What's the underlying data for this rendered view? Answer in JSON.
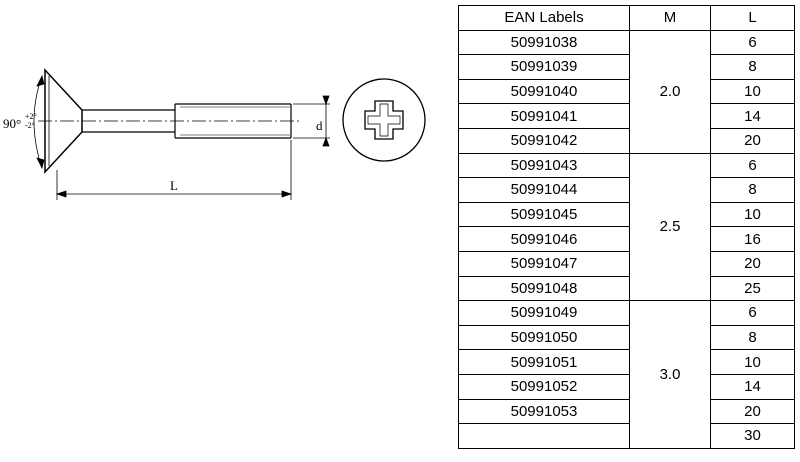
{
  "drawing": {
    "angle_label": "90°",
    "angle_tolerance_upper": "+2°",
    "angle_tolerance_lower": "-2°",
    "length_label": "L",
    "diameter_label": "d"
  },
  "table": {
    "headers": [
      "EAN Labels",
      "M",
      "L"
    ],
    "groups": [
      {
        "m": "2.0",
        "rows": [
          {
            "ean": "50991038",
            "l": "6"
          },
          {
            "ean": "50991039",
            "l": "8"
          },
          {
            "ean": "50991040",
            "l": "10"
          },
          {
            "ean": "50991041",
            "l": "14"
          },
          {
            "ean": "50991042",
            "l": "20"
          }
        ]
      },
      {
        "m": "2.5",
        "rows": [
          {
            "ean": "50991043",
            "l": "6"
          },
          {
            "ean": "50991044",
            "l": "8"
          },
          {
            "ean": "50991045",
            "l": "10"
          },
          {
            "ean": "50991046",
            "l": "16"
          },
          {
            "ean": "50991047",
            "l": "20"
          },
          {
            "ean": "50991048",
            "l": "25"
          }
        ]
      },
      {
        "m": "3.0",
        "rows": [
          {
            "ean": "50991049",
            "l": "6"
          },
          {
            "ean": "50991050",
            "l": "8"
          },
          {
            "ean": "50991051",
            "l": "10"
          },
          {
            "ean": "50991052",
            "l": "14"
          },
          {
            "ean": "50991053",
            "l": "20"
          },
          {
            "ean": "",
            "l": "30"
          }
        ]
      }
    ]
  }
}
